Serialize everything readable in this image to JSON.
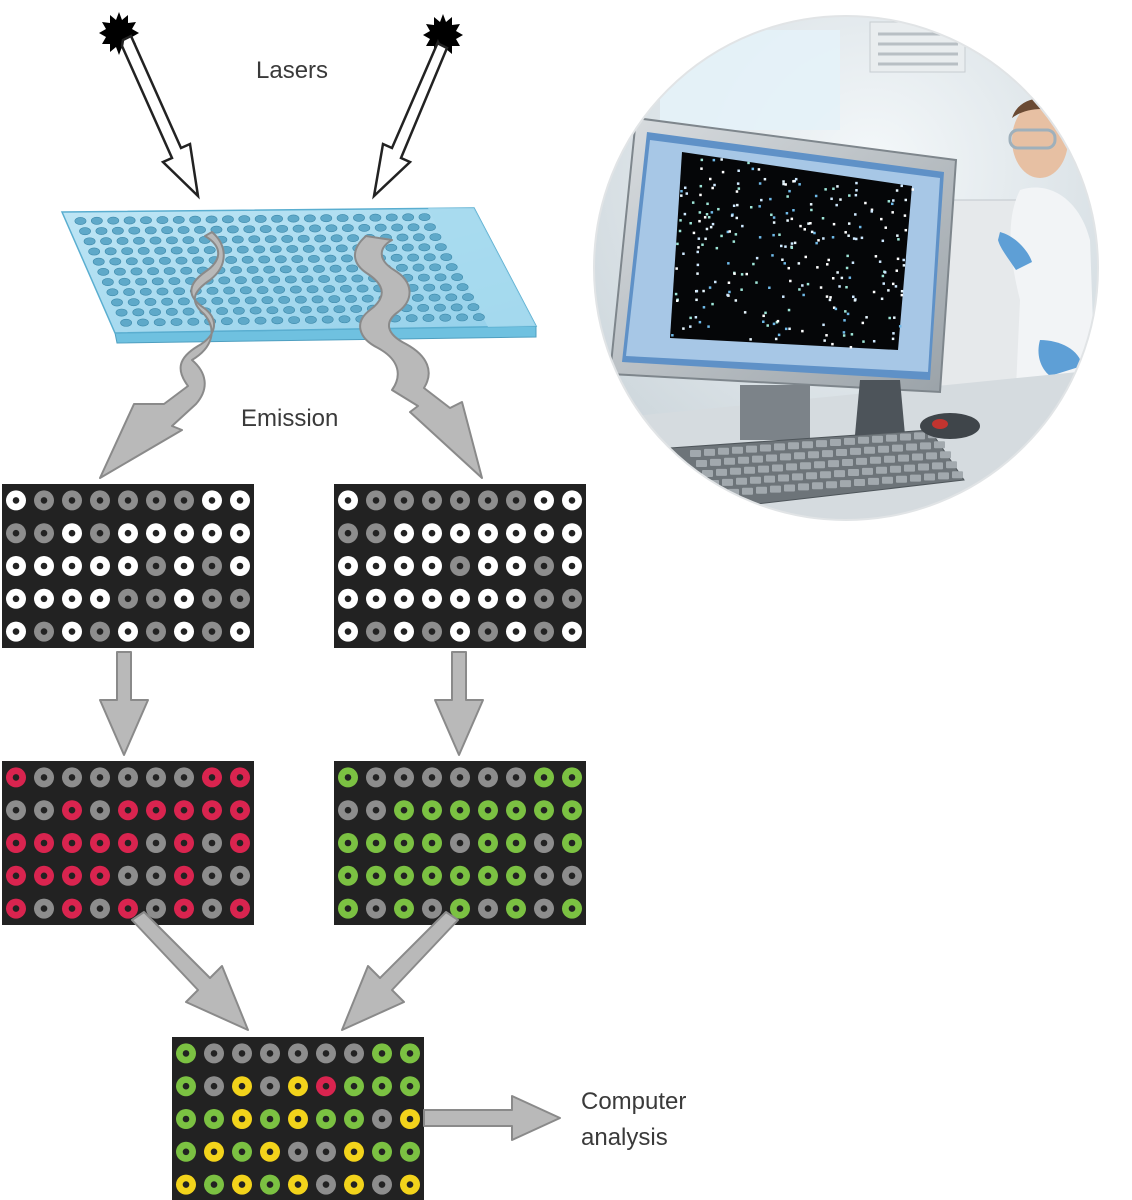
{
  "labels": {
    "lasers": "Lasers",
    "emission": "Emission",
    "computer_line1": "Computer",
    "computer_line2": "analysis"
  },
  "colors": {
    "slide_top": "#a9dcef",
    "slide_side": "#6fc1e0",
    "panel_bg": "#222222",
    "spot_white": "#ffffff",
    "spot_gray": "#8d8d8d",
    "spot_red": "#d9244f",
    "spot_green": "#7bc142",
    "spot_yellow": "#f2d31b",
    "arrow_fill": "#b9b9b9",
    "arrow_stroke": "#8a8a8a"
  },
  "grids": {
    "left_scan": [
      "WGGGGGGWW",
      "GGWGWWWWW",
      "WWWWWGWGW",
      "WWWWGGWGG",
      "WGWGWGWGW"
    ],
    "right_scan": [
      "WGGGGGGWW",
      "GGWWWWWWW",
      "WWWWGWWGW",
      "WWWWWWWGG",
      "WGWGWGWGW"
    ],
    "red_channel": [
      "RGGGGGGRR",
      "GGRGRRRRR",
      "RRRRRGRGR",
      "RRRRGGRGG",
      "RGRGRGRGR"
    ],
    "green_channel": [
      "NGGGGGGNN",
      "GGNNNNNNN",
      "NNNNGNNGN",
      "NNNNNNNGG",
      "NGNGNGNGN"
    ],
    "merged": [
      "NGGGGGGNN",
      "NGYGYRNNN",
      "NNYNYNNGY",
      "NYNYGGYNN",
      "YNYNYGYGY"
    ]
  }
}
